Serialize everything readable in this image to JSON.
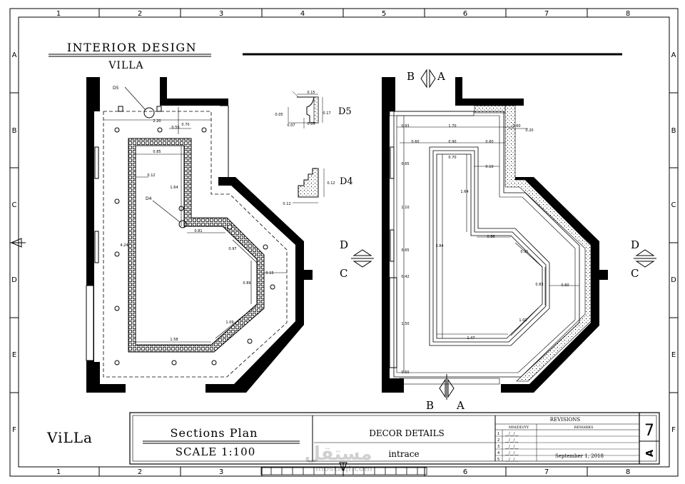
{
  "frame": {
    "columns": [
      "1",
      "2",
      "3",
      "4",
      "5",
      "6",
      "7",
      "8"
    ],
    "rows": [
      "A",
      "B",
      "C",
      "D",
      "E",
      "F"
    ]
  },
  "header": {
    "title": "INTERIOR DESIGN",
    "subtitle": "VILLA"
  },
  "left_plan": {
    "callouts": {
      "d5": "D5",
      "d4": "D4"
    },
    "dims": {
      "top_width": "2.20",
      "d070": "0.70",
      "d055": "0.55",
      "d085": "0.85",
      "d012": "0.12",
      "d164": "1.64",
      "d424": "4.24",
      "d081": "0.81",
      "d097": "0.97",
      "d089": "0.89",
      "d109": "1.09",
      "d158": "1.58",
      "d015": "0.15"
    }
  },
  "details": {
    "d5": {
      "label": "D5",
      "dims": [
        "0.15",
        "0.17",
        "0.05",
        "0.07",
        "0.05"
      ]
    },
    "d4": {
      "label": "D4",
      "dims": [
        "0.12",
        "0.12"
      ]
    }
  },
  "markers": {
    "b": "B",
    "a": "A",
    "d": "D",
    "c": "C",
    "b_bottom": "B",
    "a_bottom": "A",
    "d_right": "D",
    "c_right": "C"
  },
  "right_plan": {
    "dims": {
      "d093": "0.93",
      "d170": "1.70",
      "d060a": "0.60",
      "d020": "0.20",
      "d060b": "0.60",
      "d090": "0.90",
      "d060c": "0.60",
      "d070": "0.70",
      "d010": "0.10",
      "d065a": "0.65",
      "d164": "1.64",
      "d110": "1.10",
      "d086": "0.86",
      "d065b": "0.65",
      "d384": "3.84",
      "d091": "0.91",
      "d042": "0.42",
      "d083": "0.83",
      "d060d": "0.60",
      "d150": "1.50",
      "d103": "1.03",
      "d147": "1.47",
      "d050": "0.50"
    }
  },
  "title_block": {
    "project": "ViLLa",
    "sections_plan": "Sections Plan",
    "scale": "SCALE  1:100",
    "decor": "DECOR DETAILS",
    "intrace": "intrace",
    "revisions": "REVISIONS",
    "col_date": "MM/DD/YY",
    "col_remarks": "REMARKS",
    "rev_rows": [
      "1",
      "2",
      "3",
      "4",
      "5"
    ],
    "rev_blank": "__/__/__",
    "date": "September 1, 2018",
    "sheet_no": "7",
    "sheet_letter": "A"
  },
  "watermark": {
    "arabic": "مستقل",
    "latin": "mostaql.com"
  }
}
